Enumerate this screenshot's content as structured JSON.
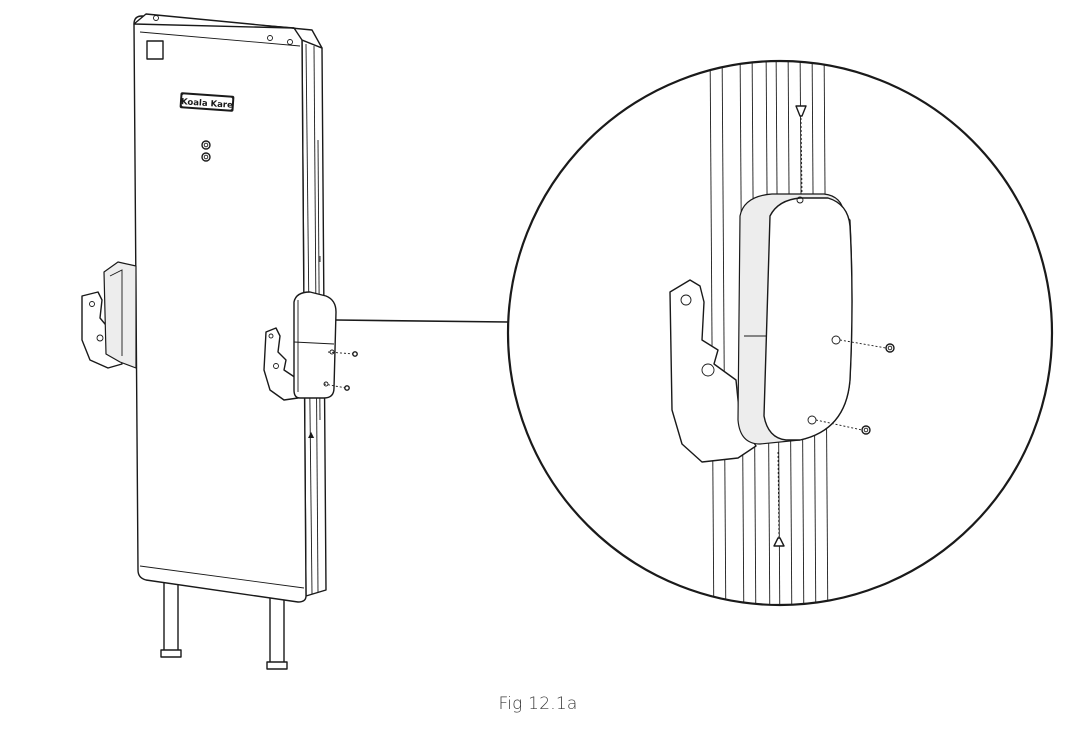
{
  "figure": {
    "caption": "Fig 12.1a",
    "brand_label": "Koala Kare",
    "components": [
      "tower-column",
      "brand-badge",
      "indicator-lights",
      "left-bracket-assembly",
      "right-hinge-bracket",
      "hinge-cover",
      "screws",
      "legs",
      "detail-magnifier-circle"
    ]
  }
}
